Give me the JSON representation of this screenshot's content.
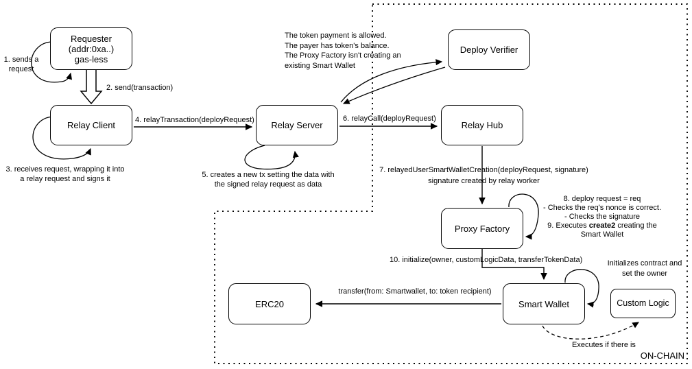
{
  "diagram": {
    "region_label": "ON-CHAIN",
    "nodes": {
      "requester": {
        "line1": "Requester",
        "line2": "(addr:0xa..)",
        "line3": "gas-less"
      },
      "relay_client": {
        "label": "Relay Client"
      },
      "relay_server": {
        "label": "Relay Server"
      },
      "deploy_verifier": {
        "label": "Deploy Verifier"
      },
      "relay_hub": {
        "label": "Relay Hub"
      },
      "proxy_factory": {
        "label": "Proxy Factory"
      },
      "smart_wallet": {
        "label": "Smart Wallet"
      },
      "custom_logic": {
        "label": "Custom Logic"
      },
      "erc20": {
        "label": "ERC20"
      }
    },
    "edges": {
      "step1": {
        "line1": "1. sends a",
        "line2": "request"
      },
      "step2": "2. send(transaction)",
      "step3": {
        "line1": "3. receives request, wrapping it into",
        "line2": "a relay request and signs it"
      },
      "step4": "4. relayTransaction(deployRequest)",
      "step5": {
        "line1": "5. creates a new tx setting the data with",
        "line2": "the signed relay request as data"
      },
      "step6": "6. relayCall(deployRequest)",
      "step7": {
        "line1": "7. relayedUserSmartWalletCreation(deployRequest, signature)",
        "line2": "signature created by relay worker"
      },
      "step8_9": {
        "line1": "8. deploy request = req",
        "line2": "- Checks the req's nonce is correct.",
        "line3": "- Checks the signature",
        "line4_pre": "9. Executes ",
        "line4_bold": "create2",
        "line4_post": " creating the",
        "line5": "Smart Wallet"
      },
      "step10": "10. initialize(owner, customLogicData, transferTokenData)",
      "transfer": "transfer(from: Smartwallet, to: token recipient)",
      "verifier_note": {
        "line1": "The token payment is allowed.",
        "line2": "The payer has token's balance.",
        "line3": "The Proxy Factory isn't creating an",
        "line4": "existing Smart Wallet"
      },
      "init_note": {
        "line1": "Initializes contract and",
        "line2": "set the owner"
      },
      "executes_note": "Executes if there is"
    },
    "colors": {
      "stroke": "#000000",
      "background": "#ffffff"
    }
  }
}
